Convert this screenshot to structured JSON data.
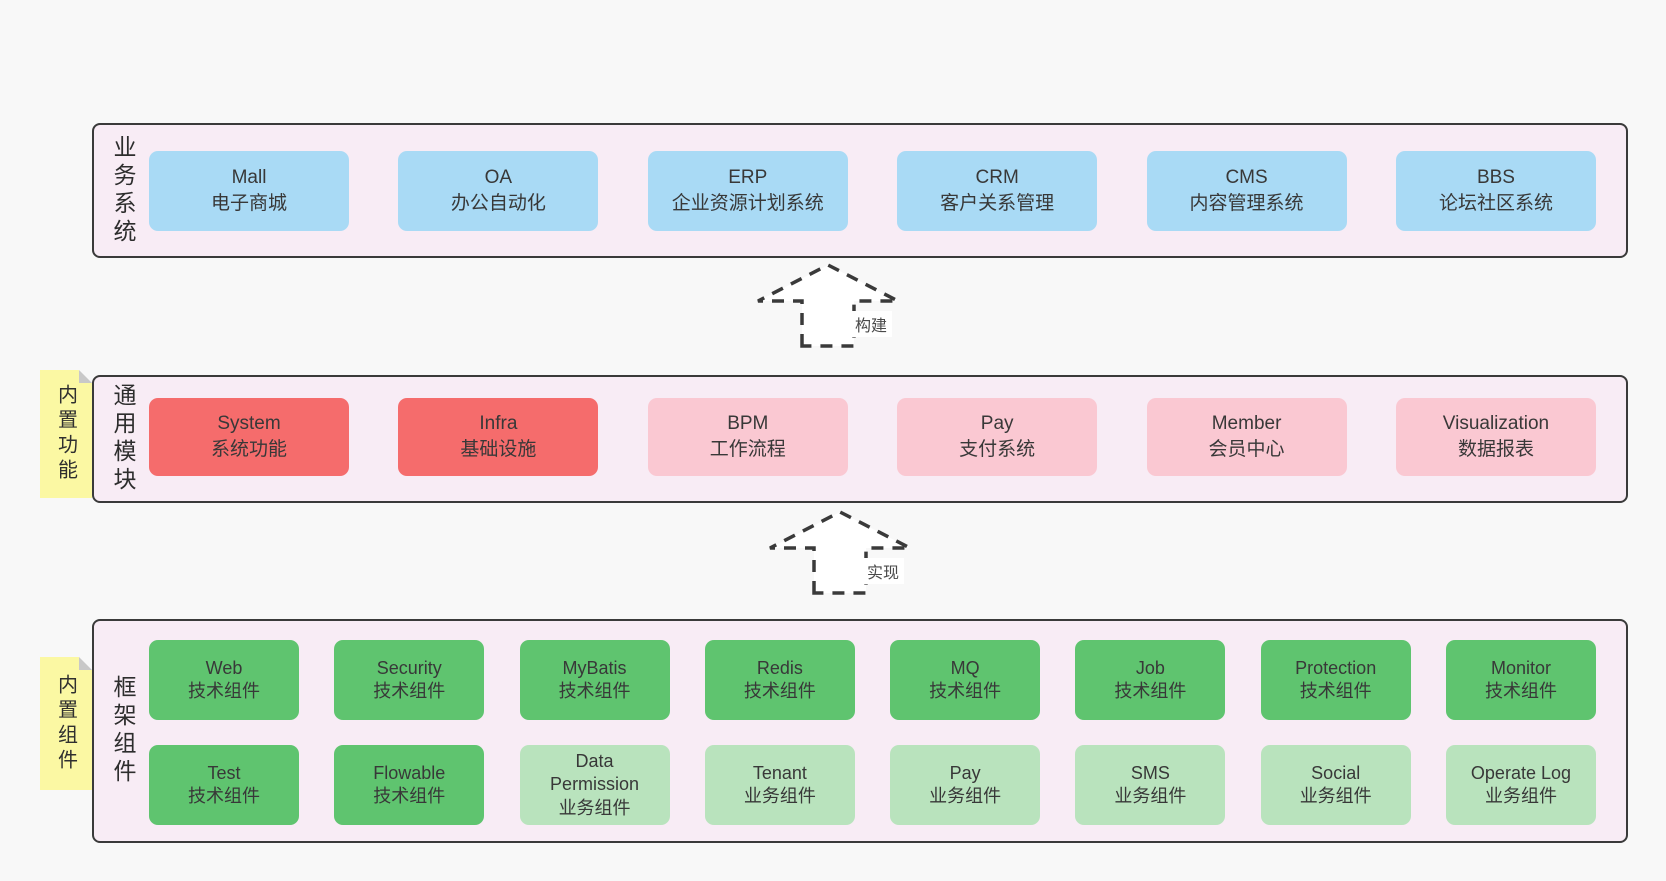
{
  "colors": {
    "page_bg": "#f8f8f8",
    "container_fill": "#f8ecf5",
    "container_border": "#3a3a3a",
    "box_blue": "#a9daf5",
    "box_red": "#f56c6c",
    "box_pink": "#fac8d2",
    "box_green": "#5fc46f",
    "box_light_green": "#b9e3bd",
    "tag_yellow": "#fbf8a3",
    "fold_gray": "#c8c8c8",
    "text": "#383838"
  },
  "arrows": [
    {
      "label": "构建"
    },
    {
      "label": "实现"
    }
  ],
  "layers": [
    {
      "label": "业务系统",
      "items": [
        {
          "title": "Mall",
          "subtitle": "电子商城"
        },
        {
          "title": "OA",
          "subtitle": "办公自动化"
        },
        {
          "title": "ERP",
          "subtitle": "企业资源计划系统"
        },
        {
          "title": "CRM",
          "subtitle": "客户关系管理"
        },
        {
          "title": "CMS",
          "subtitle": "内容管理系统"
        },
        {
          "title": "BBS",
          "subtitle": "论坛社区系统"
        }
      ]
    },
    {
      "label": "通用模块",
      "tag": "内置功能",
      "items": [
        {
          "title": "System",
          "subtitle": "系统功能"
        },
        {
          "title": "Infra",
          "subtitle": "基础设施"
        },
        {
          "title": "BPM",
          "subtitle": "工作流程"
        },
        {
          "title": "Pay",
          "subtitle": "支付系统"
        },
        {
          "title": "Member",
          "subtitle": "会员中心"
        },
        {
          "title": "Visualization",
          "subtitle": "数据报表"
        }
      ]
    },
    {
      "label": "框架组件",
      "tag": "内置组件",
      "rows": [
        [
          {
            "title": "Web",
            "subtitle": "技术组件"
          },
          {
            "title": "Security",
            "subtitle": "技术组件"
          },
          {
            "title": "MyBatis",
            "subtitle": "技术组件"
          },
          {
            "title": "Redis",
            "subtitle": "技术组件"
          },
          {
            "title": "MQ",
            "subtitle": "技术组件"
          },
          {
            "title": "Job",
            "subtitle": "技术组件"
          },
          {
            "title": "Protection",
            "subtitle": "技术组件"
          },
          {
            "title": "Monitor",
            "subtitle": "技术组件"
          }
        ],
        [
          {
            "title": "Test",
            "subtitle": "技术组件"
          },
          {
            "title": "Flowable",
            "subtitle": "技术组件"
          },
          {
            "title": "Data Permission",
            "subtitle": "业务组件"
          },
          {
            "title": "Tenant",
            "subtitle": "业务组件"
          },
          {
            "title": "Pay",
            "subtitle": "业务组件"
          },
          {
            "title": "SMS",
            "subtitle": "业务组件"
          },
          {
            "title": "Social",
            "subtitle": "业务组件"
          },
          {
            "title": "Operate Log",
            "subtitle": "业务组件"
          }
        ]
      ]
    }
  ]
}
